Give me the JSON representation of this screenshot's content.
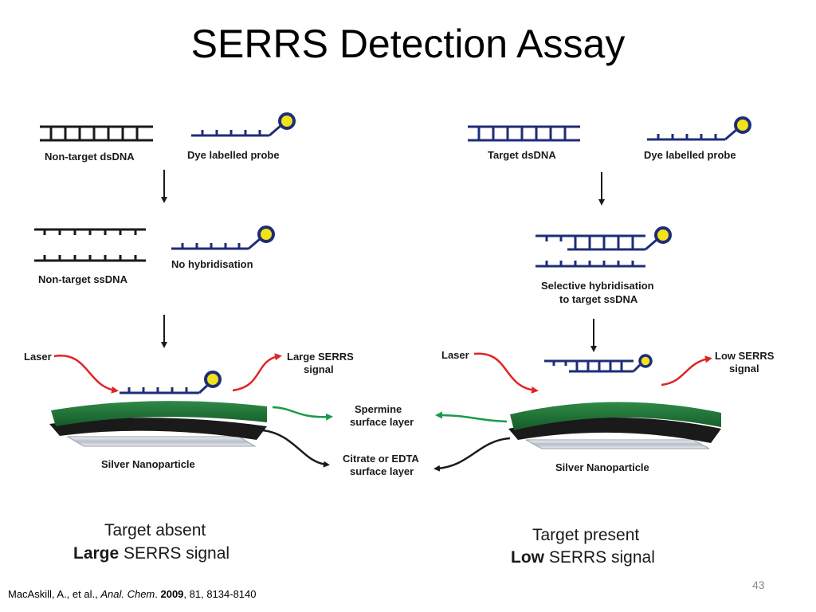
{
  "slide": {
    "title": "SERRS Detection Assay",
    "page_number": "43"
  },
  "left_panel": {
    "dsdna_label": "Non-target dsDNA",
    "probe_label": "Dye labelled probe",
    "ssdna_label": "Non-target ssDNA",
    "no_hyb_label": "No hybridisation",
    "laser_label": "Laser",
    "signal_label_line1": "Large SERRS",
    "signal_label_line2": "signal",
    "nanoparticle_label": "Silver Nanoparticle",
    "result_line1": "Target absent",
    "result_line2_bold": "Large",
    "result_line2_rest": " SERRS signal"
  },
  "right_panel": {
    "dsdna_label": "Target dsDNA",
    "probe_label": "Dye labelled probe",
    "hyb_label_line1": "Selective hybridisation",
    "hyb_label_line2": "to target ssDNA",
    "laser_label": "Laser",
    "signal_label_line1": "Low SERRS",
    "signal_label_line2": "signal",
    "nanoparticle_label": "Silver Nanoparticle",
    "result_line1": "Target present",
    "result_line2_bold": "Low",
    "result_line2_rest": " SERRS signal"
  },
  "center": {
    "spermine_line1": "Spermine",
    "spermine_line2": "surface layer",
    "citrate_line1": "Citrate or EDTA",
    "citrate_line2": "surface layer"
  },
  "citation": {
    "authors": "MacAskill, A., et al., ",
    "journal": "Anal. Chem",
    "sep": ". ",
    "year": "2009",
    "rest": ", 81, 8134-8140"
  },
  "colors": {
    "dna_black": "#1a1a1a",
    "dna_navy": "#1f2d78",
    "dye_yellow": "#f2e21a",
    "laser_red": "#e02424",
    "spermine_green": "#1a9a4a",
    "layer_green": "#1d6b33",
    "silver": "#c9ced6"
  }
}
